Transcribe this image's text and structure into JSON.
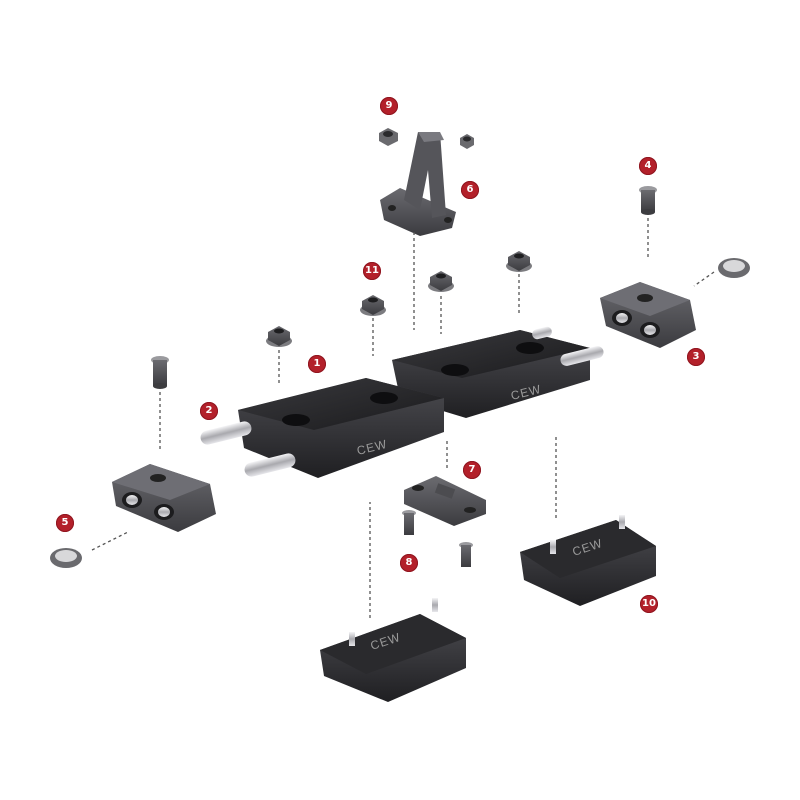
{
  "brand": "CEW",
  "callouts": {
    "c1": "1",
    "c2": "2",
    "c3": "3",
    "c4": "4",
    "c5": "5",
    "c6": "6",
    "c7": "7",
    "c8": "8",
    "c9": "9",
    "c10": "10",
    "c11": "11"
  },
  "colors": {
    "callout": "#b3202a",
    "part_dark": "#2c2c2e",
    "part_mid": "#4a4a4e",
    "chrome": "#d9d9dc"
  }
}
